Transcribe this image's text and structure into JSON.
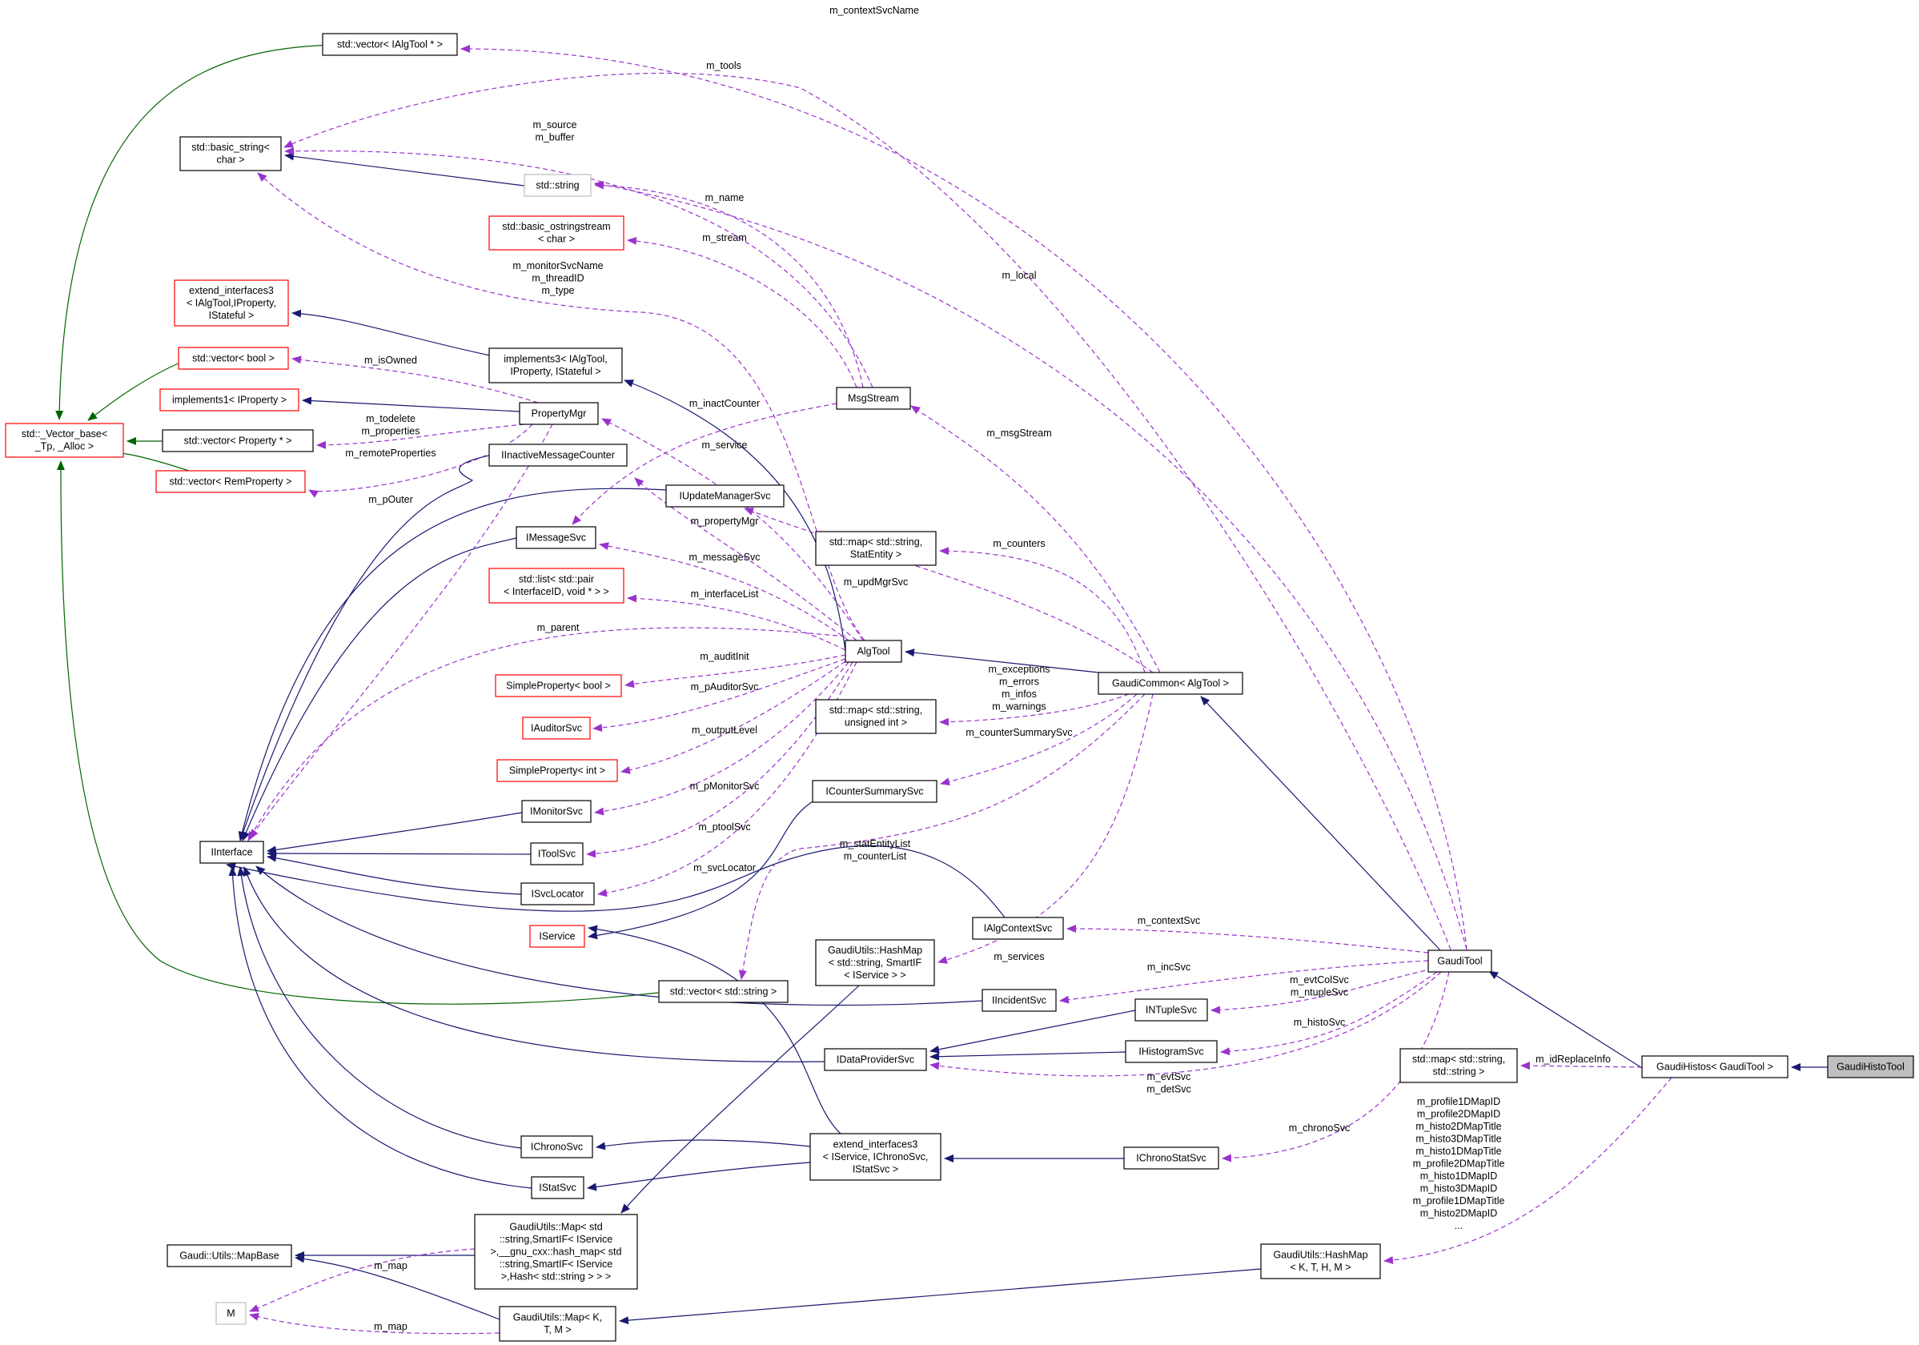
{
  "colors": {
    "inherit_public": "#191970",
    "inherit_template": "#006400",
    "usage": "#9a32cd",
    "node_border_normal": "#000000",
    "node_border_incomplete": "#ff0000",
    "node_border_external": "#bfbfbf",
    "node_fill_focus": "#bfbfbf",
    "background": "#ffffff"
  },
  "nodes": [
    {
      "id": "vec_algtool",
      "lines": [
        "std::vector< IAlgTool * >"
      ],
      "style": "normal"
    },
    {
      "id": "basic_string",
      "lines": [
        "std::basic_string<",
        "char >"
      ],
      "style": "normal"
    },
    {
      "id": "std_string",
      "lines": [
        "std::string"
      ],
      "style": "external"
    },
    {
      "id": "ostringstream",
      "lines": [
        "std::basic_ostringstream",
        "< char >"
      ],
      "style": "incomplete"
    },
    {
      "id": "extend_if3_algtool",
      "lines": [
        "extend_interfaces3",
        "< IAlgTool,IProperty,",
        "IStateful >"
      ],
      "style": "incomplete"
    },
    {
      "id": "vector_base",
      "lines": [
        "std::_Vector_base<",
        "_Tp, _Alloc >"
      ],
      "style": "incomplete"
    },
    {
      "id": "vec_bool",
      "lines": [
        "std::vector< bool >"
      ],
      "style": "incomplete"
    },
    {
      "id": "implements1",
      "lines": [
        "implements1< IProperty >"
      ],
      "style": "incomplete"
    },
    {
      "id": "vec_property",
      "lines": [
        "std::vector< Property * >"
      ],
      "style": "normal"
    },
    {
      "id": "vec_remproperty",
      "lines": [
        "std::vector< RemProperty >"
      ],
      "style": "incomplete"
    },
    {
      "id": "implements3",
      "lines": [
        "implements3< IAlgTool,",
        "IProperty, IStateful >"
      ],
      "style": "normal"
    },
    {
      "id": "propertymgr",
      "lines": [
        "PropertyMgr"
      ],
      "style": "normal"
    },
    {
      "id": "iinactive",
      "lines": [
        "IInactiveMessageCounter"
      ],
      "style": "normal"
    },
    {
      "id": "msgstream",
      "lines": [
        "MsgStream"
      ],
      "style": "normal"
    },
    {
      "id": "iupdatemgr",
      "lines": [
        "IUpdateManagerSvc"
      ],
      "style": "normal"
    },
    {
      "id": "imessagesvc",
      "lines": [
        "IMessageSvc"
      ],
      "style": "normal"
    },
    {
      "id": "map_statentity",
      "lines": [
        "std::map< std::string,",
        "StatEntity >"
      ],
      "style": "normal"
    },
    {
      "id": "list_pair",
      "lines": [
        "std::list< std::pair",
        "< InterfaceID, void * > >"
      ],
      "style": "incomplete"
    },
    {
      "id": "algtool",
      "lines": [
        "AlgTool"
      ],
      "style": "normal"
    },
    {
      "id": "gaudicommon",
      "lines": [
        "GaudiCommon< AlgTool >"
      ],
      "style": "normal"
    },
    {
      "id": "simprop_bool",
      "lines": [
        "SimpleProperty< bool >"
      ],
      "style": "incomplete"
    },
    {
      "id": "map_uint",
      "lines": [
        "std::map< std::string,",
        "unsigned int >"
      ],
      "style": "normal"
    },
    {
      "id": "iauditorsvc",
      "lines": [
        "IAuditorSvc"
      ],
      "style": "incomplete"
    },
    {
      "id": "simprop_int",
      "lines": [
        "SimpleProperty< int >"
      ],
      "style": "incomplete"
    },
    {
      "id": "icountersummary",
      "lines": [
        "ICounterSummarySvc"
      ],
      "style": "normal"
    },
    {
      "id": "imonitorsvc",
      "lines": [
        "IMonitorSvc"
      ],
      "style": "normal"
    },
    {
      "id": "iinterface",
      "lines": [
        "IInterface"
      ],
      "style": "normal"
    },
    {
      "id": "itoolsvc",
      "lines": [
        "IToolSvc"
      ],
      "style": "normal"
    },
    {
      "id": "isvclocator",
      "lines": [
        "ISvcLocator"
      ],
      "style": "normal"
    },
    {
      "id": "ialgcontext",
      "lines": [
        "IAlgContextSvc"
      ],
      "style": "normal"
    },
    {
      "id": "iservice",
      "lines": [
        "IService"
      ],
      "style": "incomplete"
    },
    {
      "id": "hashmap_smartif",
      "lines": [
        "GaudiUtils::HashMap",
        "< std::string, SmartIF",
        "< IService > >"
      ],
      "style": "normal"
    },
    {
      "id": "gauditool",
      "lines": [
        "GaudiTool"
      ],
      "style": "normal"
    },
    {
      "id": "vec_string",
      "lines": [
        "std::vector< std::string >"
      ],
      "style": "normal"
    },
    {
      "id": "iincident",
      "lines": [
        "IIncidentSvc"
      ],
      "style": "normal"
    },
    {
      "id": "intuple",
      "lines": [
        "INTupleSvc"
      ],
      "style": "normal"
    },
    {
      "id": "ihistogram",
      "lines": [
        "IHistogramSvc"
      ],
      "style": "normal"
    },
    {
      "id": "idataprovider",
      "lines": [
        "IDataProviderSvc"
      ],
      "style": "normal"
    },
    {
      "id": "map_string_string",
      "lines": [
        "std::map< std::string,",
        "std::string >"
      ],
      "style": "normal"
    },
    {
      "id": "gaudihistos",
      "lines": [
        "GaudiHistos< GaudiTool >"
      ],
      "style": "normal"
    },
    {
      "id": "gaudihistotool",
      "lines": [
        "GaudiHistoTool"
      ],
      "style": "focus"
    },
    {
      "id": "ichronosvc",
      "lines": [
        "IChronoSvc"
      ],
      "style": "normal"
    },
    {
      "id": "extend_if3_service",
      "lines": [
        "extend_interfaces3",
        "< IService, IChronoSvc,",
        "IStatSvc >"
      ],
      "style": "normal"
    },
    {
      "id": "ichronostat",
      "lines": [
        "IChronoStatSvc"
      ],
      "style": "normal"
    },
    {
      "id": "istatsvc",
      "lines": [
        "IStatSvc"
      ],
      "style": "normal"
    },
    {
      "id": "utils_map_long",
      "lines": [
        "GaudiUtils::Map< std",
        "::string,SmartIF< IService",
        ">,__gnu_cxx::hash_map< std",
        "::string,SmartIF< IService",
        ">,Hash< std::string > > >"
      ],
      "style": "normal"
    },
    {
      "id": "mapbase",
      "lines": [
        "Gaudi::Utils::MapBase"
      ],
      "style": "normal"
    },
    {
      "id": "hashmap_kthm",
      "lines": [
        "GaudiUtils::HashMap",
        "< K, T, H, M >"
      ],
      "style": "normal"
    },
    {
      "id": "m_node",
      "lines": [
        "M"
      ],
      "style": "external"
    },
    {
      "id": "utils_map_ktm",
      "lines": [
        "GaudiUtils::Map< K,",
        "T, M >"
      ],
      "style": "normal"
    }
  ],
  "edge_labels": [
    {
      "id": "lbl_contextsvcname",
      "lines": [
        "m_contextSvcName"
      ]
    },
    {
      "id": "lbl_tools",
      "lines": [
        "m_tools"
      ]
    },
    {
      "id": "lbl_source_buffer",
      "lines": [
        "m_source",
        "m_buffer"
      ]
    },
    {
      "id": "lbl_name",
      "lines": [
        "m_name"
      ]
    },
    {
      "id": "lbl_stream",
      "lines": [
        "m_stream"
      ]
    },
    {
      "id": "lbl_local",
      "lines": [
        "m_local"
      ]
    },
    {
      "id": "lbl_monitorsvcname",
      "lines": [
        "m_monitorSvcName",
        "m_threadID",
        "m_type"
      ]
    },
    {
      "id": "lbl_isowned",
      "lines": [
        "m_isOwned"
      ]
    },
    {
      "id": "lbl_inactcounter",
      "lines": [
        "m_inactCounter"
      ]
    },
    {
      "id": "lbl_todelete",
      "lines": [
        "m_todelete",
        "m_properties"
      ]
    },
    {
      "id": "lbl_msgstream",
      "lines": [
        "m_msgStream"
      ]
    },
    {
      "id": "lbl_service",
      "lines": [
        "m_service"
      ]
    },
    {
      "id": "lbl_remoteprops",
      "lines": [
        "m_remoteProperties"
      ]
    },
    {
      "id": "lbl_pouter",
      "lines": [
        "m_pOuter"
      ]
    },
    {
      "id": "lbl_propertymgr",
      "lines": [
        "m_propertyMgr"
      ]
    },
    {
      "id": "lbl_counters",
      "lines": [
        "m_counters"
      ]
    },
    {
      "id": "lbl_messagesvc",
      "lines": [
        "m_messageSvc"
      ]
    },
    {
      "id": "lbl_updmgrsvc",
      "lines": [
        "m_updMgrSvc"
      ]
    },
    {
      "id": "lbl_interfacelist",
      "lines": [
        "m_interfaceList"
      ]
    },
    {
      "id": "lbl_parent",
      "lines": [
        "m_parent"
      ]
    },
    {
      "id": "lbl_auditinit",
      "lines": [
        "m_auditInit"
      ]
    },
    {
      "id": "lbl_exceptions",
      "lines": [
        "m_exceptions",
        "m_errors",
        "m_infos",
        "m_warnings"
      ]
    },
    {
      "id": "lbl_pauditorsvc",
      "lines": [
        "m_pAuditorSvc"
      ]
    },
    {
      "id": "lbl_countersummarysvc",
      "lines": [
        "m_counterSummarySvc"
      ]
    },
    {
      "id": "lbl_outputlevel",
      "lines": [
        "m_outputLevel"
      ]
    },
    {
      "id": "lbl_pmonitorsvc",
      "lines": [
        "m_pMonitorSvc"
      ]
    },
    {
      "id": "lbl_ptoolsvc",
      "lines": [
        "m_ptoolSvc"
      ]
    },
    {
      "id": "lbl_statentitylist",
      "lines": [
        "m_statEntityList",
        "m_counterList"
      ]
    },
    {
      "id": "lbl_svclocator",
      "lines": [
        "m_svcLocator"
      ]
    },
    {
      "id": "lbl_contextsvc",
      "lines": [
        "m_contextSvc"
      ]
    },
    {
      "id": "lbl_services",
      "lines": [
        "m_services"
      ]
    },
    {
      "id": "lbl_incsvc",
      "lines": [
        "m_incSvc"
      ]
    },
    {
      "id": "lbl_evtcolsvc",
      "lines": [
        "m_evtColSvc",
        "m_ntupleSvc"
      ]
    },
    {
      "id": "lbl_histosvc",
      "lines": [
        "m_histoSvc"
      ]
    },
    {
      "id": "lbl_idreplaceinfo",
      "lines": [
        "m_idReplaceInfo"
      ]
    },
    {
      "id": "lbl_evtsvc",
      "lines": [
        "m_evtSvc",
        "m_detSvc"
      ]
    },
    {
      "id": "lbl_histomaps",
      "lines": [
        "m_profile1DMapID",
        "m_profile2DMapID",
        "m_histo2DMapTitle",
        "m_histo3DMapTitle",
        "m_histo1DMapTitle",
        "m_profile2DMapTitle",
        "m_histo1DMapID",
        "m_histo3DMapID",
        "m_profile1DMapTitle",
        "m_histo2DMapID",
        "..."
      ]
    },
    {
      "id": "lbl_chronosvc",
      "lines": [
        "m_chronoSvc"
      ]
    },
    {
      "id": "lbl_map1",
      "lines": [
        "m_map"
      ]
    },
    {
      "id": "lbl_map2",
      "lines": [
        "m_map"
      ]
    }
  ]
}
